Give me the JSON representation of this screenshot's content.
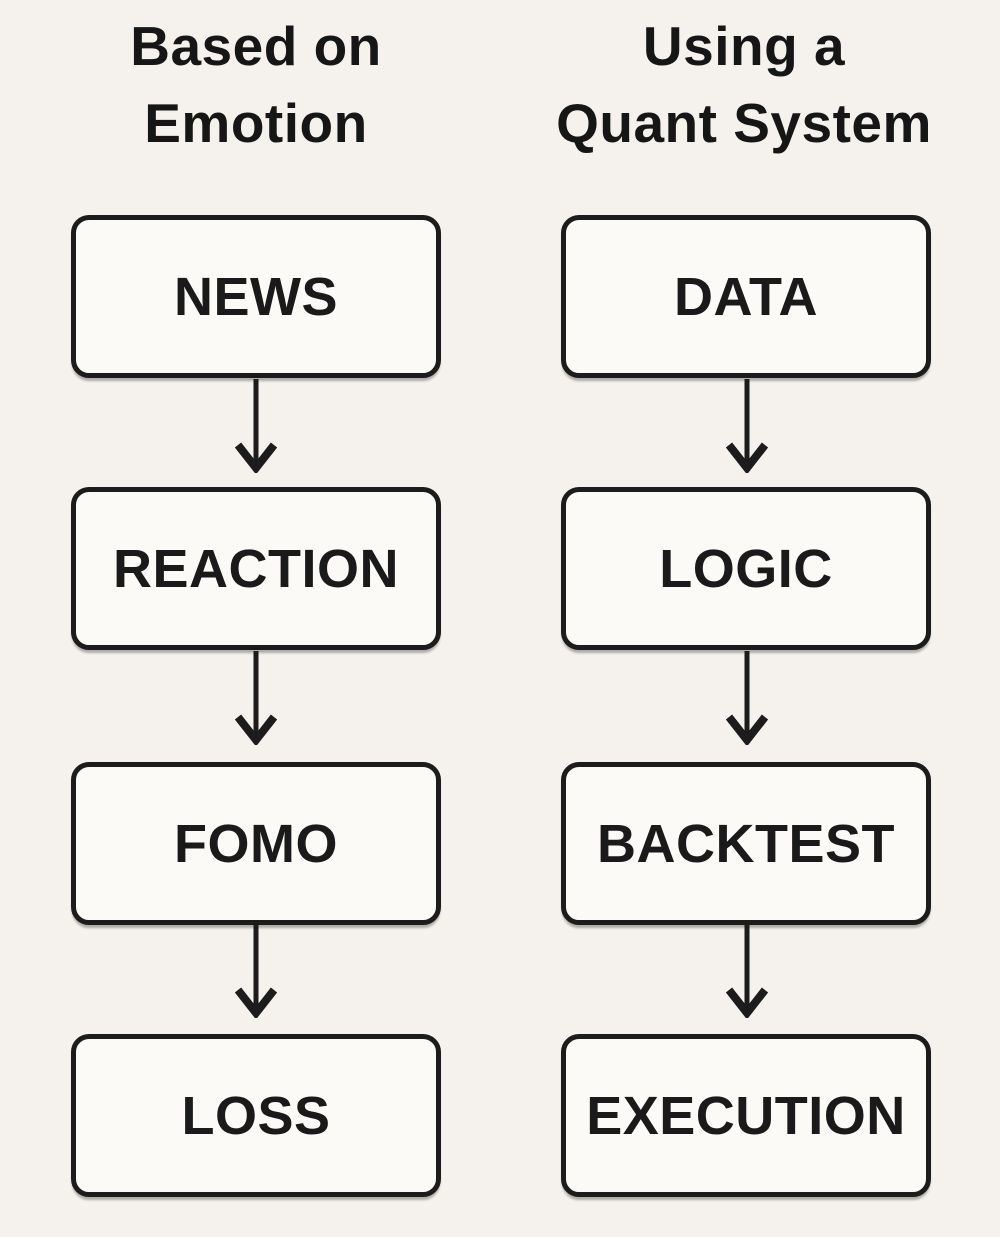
{
  "colors": {
    "background": "#f5f2ed",
    "box_fill": "#fbfaf7",
    "stroke": "#1c1c1c",
    "text": "#1a1a1a"
  },
  "columns": [
    {
      "title": "Based on Emotion",
      "title_lines": [
        "Based on",
        "Emotion"
      ],
      "steps": [
        {
          "label": "NEWS"
        },
        {
          "label": "REACTION"
        },
        {
          "label": "FOMO"
        },
        {
          "label": "LOSS"
        }
      ]
    },
    {
      "title": "Using a Quant System",
      "title_lines": [
        "Using a",
        "Quant System"
      ],
      "steps": [
        {
          "label": "DATA"
        },
        {
          "label": "LOGIC"
        },
        {
          "label": "BACKTEST"
        },
        {
          "label": "EXECUTION"
        }
      ]
    }
  ]
}
